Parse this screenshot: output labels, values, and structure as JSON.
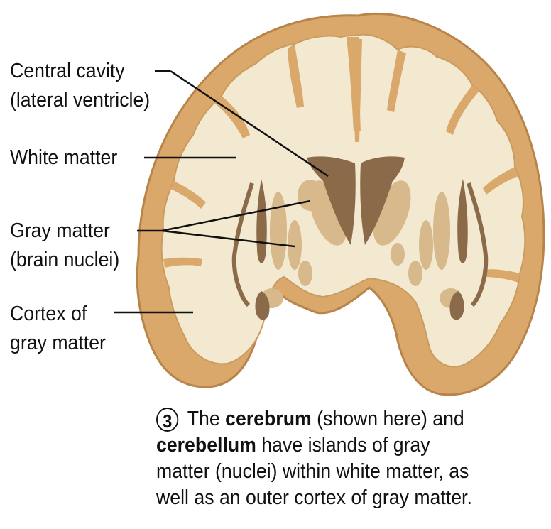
{
  "labels": {
    "central_cavity_1": "Central cavity",
    "central_cavity_2": "(lateral ventricle)",
    "white_matter": "White matter",
    "gray_matter_1": "Gray matter",
    "gray_matter_2": "(brain nuclei)",
    "cortex_1": "Cortex of",
    "cortex_2": "gray matter"
  },
  "caption": {
    "step": "3",
    "p1": " The ",
    "b1": "cerebrum",
    "p2": " (shown here) and",
    "b2": "cerebellum",
    "p3": " have islands of gray",
    "line3": "matter (nuclei) within white matter, as",
    "line4": "well as an outer cortex of gray matter."
  },
  "colors": {
    "cortex": "#d9a86a",
    "cortex_edge": "#b8844a",
    "white_matter": "#f3e8d0",
    "nuclei": "#d7b98c",
    "ventricle": "#8a6a48",
    "leader": "#111111"
  }
}
